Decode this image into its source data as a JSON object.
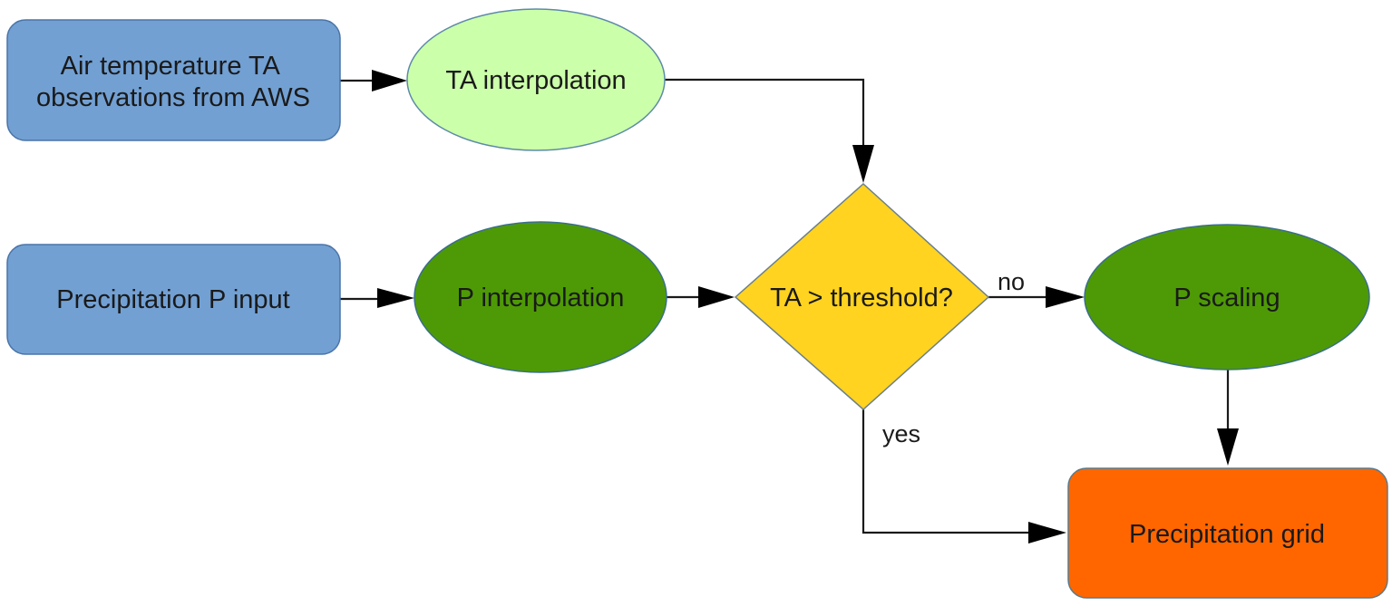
{
  "colors": {
    "input_box": "#72a0d3",
    "input_border": "#4a74a8",
    "ta_interp": "#ccffaa",
    "ta_interp_border": "#5d8aa8",
    "p_node": "#4e9a06",
    "p_node_border": "#3a6f8a",
    "decision": "#ffd320",
    "decision_border": "#6a7f8a",
    "output": "#ff6600",
    "output_border": "#5a7a8a",
    "line": "#1a1a1a"
  },
  "nodes": {
    "air_temp": {
      "line1": "Air temperature TA",
      "line2": "observations from AWS"
    },
    "ta_interpolation": {
      "label": "TA interpolation"
    },
    "precip_input": {
      "label": "Precipitation P input"
    },
    "p_interpolation": {
      "label": "P interpolation"
    },
    "decision": {
      "label": "TA > threshold?"
    },
    "p_scaling": {
      "label": "P scaling"
    },
    "precip_grid": {
      "label": "Precipitation grid"
    }
  },
  "edges": {
    "no_label": "no",
    "yes_label": "yes"
  }
}
